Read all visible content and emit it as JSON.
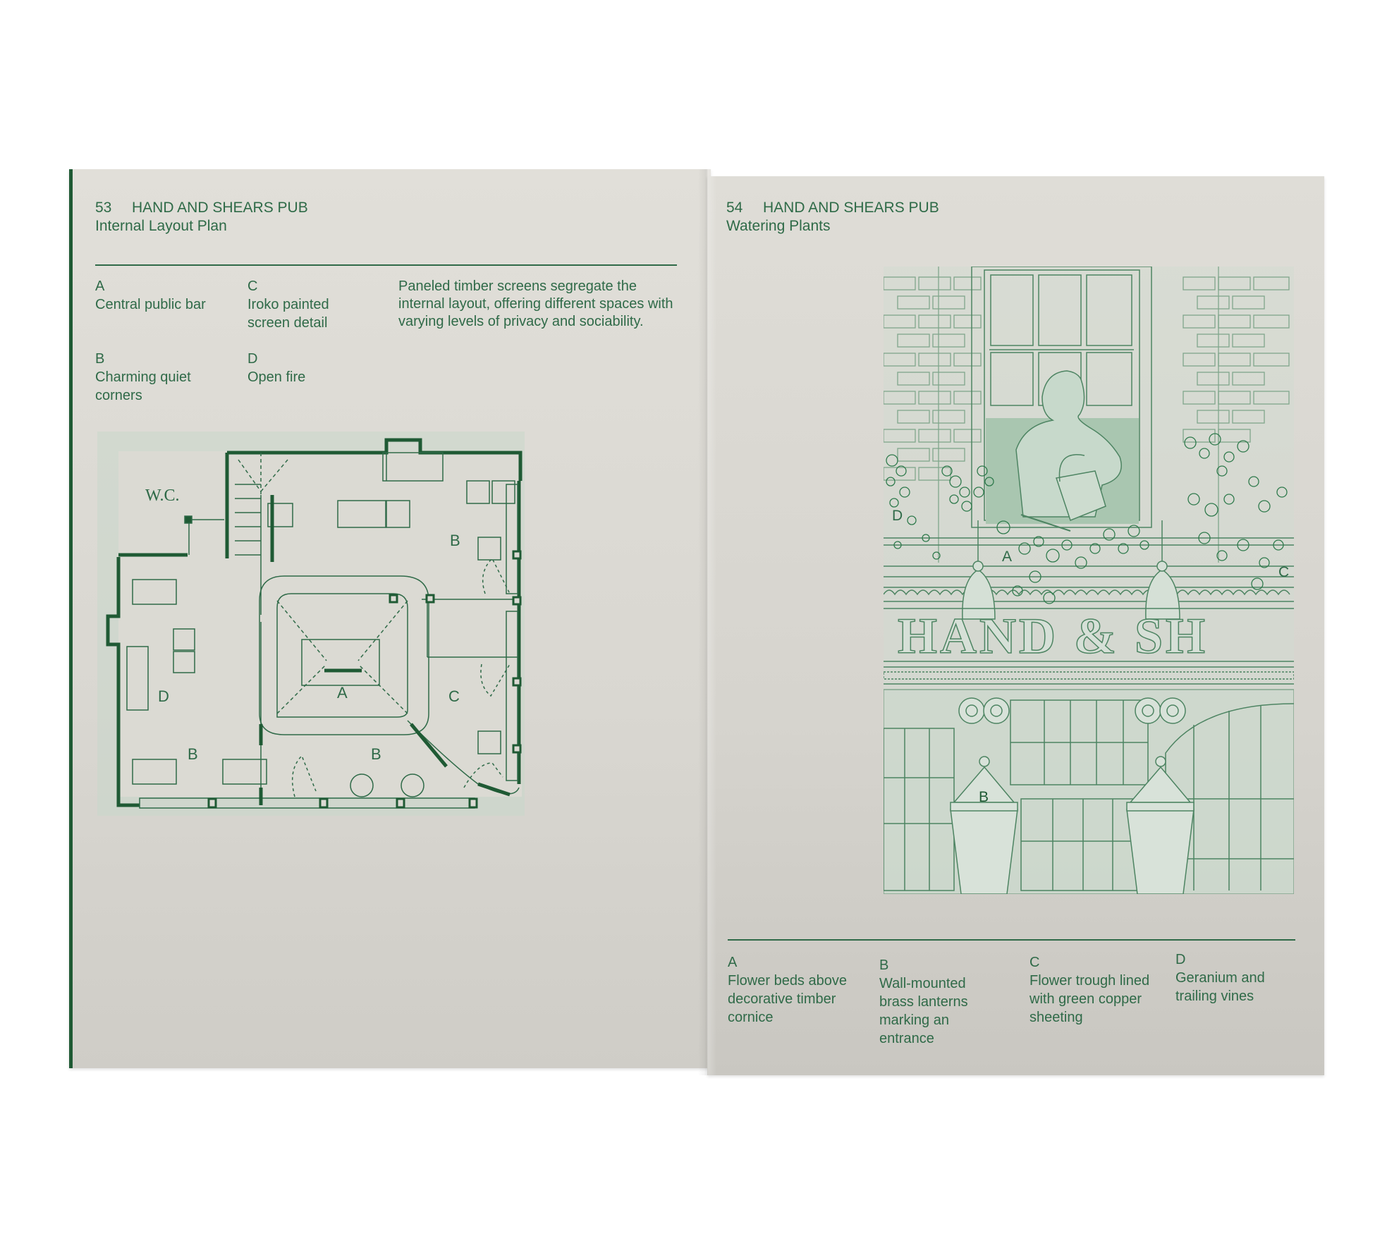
{
  "spread": {
    "left_page": {
      "page_number": "53",
      "title": "HAND AND SHEARS PUB",
      "subtitle": "Internal Layout Plan",
      "legend": [
        {
          "key": "A",
          "text": "Central public bar"
        },
        {
          "key": "B",
          "text": "Charming quiet corners"
        },
        {
          "key": "C",
          "text": "Iroko painted screen detail"
        },
        {
          "key": "D",
          "text": "Open fire"
        }
      ],
      "description": "Paneled timber screens segregate the internal layout, offering different spaces with varying levels of privacy and sociability.",
      "plan_labels": {
        "wc": "W.C.",
        "a": "A",
        "b_top": "B",
        "b_left": "B",
        "b_bottom": "B",
        "c": "C",
        "d": "D"
      }
    },
    "right_page": {
      "page_number": "54",
      "title": "HAND AND SHEARS PUB",
      "subtitle": "Watering Plants",
      "illustration_labels": {
        "a": "A",
        "b": "B",
        "c": "C",
        "d": "D",
        "sign": "HAND & SH"
      },
      "legend": [
        {
          "key": "A",
          "text": "Flower beds above decorative timber cornice"
        },
        {
          "key": "B",
          "text": "Wall-mounted brass lanterns marking an entrance"
        },
        {
          "key": "C",
          "text": "Flower trough lined with green copper sheeting"
        },
        {
          "key": "D",
          "text": "Geranium and trailing vines"
        }
      ]
    }
  },
  "colors": {
    "ink_green": "#2f6a48",
    "dark_green": "#1f5a34",
    "tint_green": "#c8d9cb",
    "paper": "#dcdad4",
    "background": "#ffffff"
  }
}
